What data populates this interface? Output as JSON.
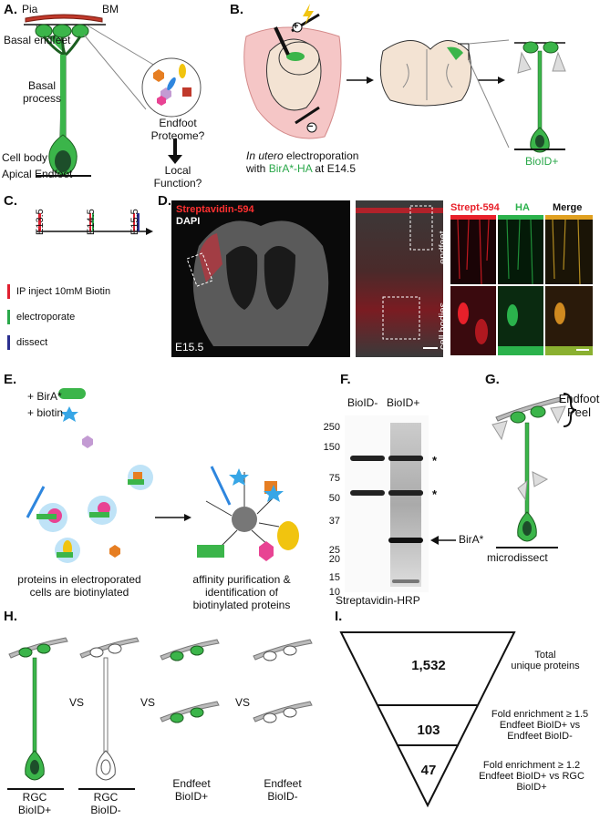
{
  "panel_labels": {
    "a": "A.",
    "b": "B.",
    "c": "C.",
    "d": "D.",
    "e": "E.",
    "f": "F.",
    "g": "G.",
    "h": "H.",
    "i": "I."
  },
  "panel_a": {
    "pia": "Pia",
    "bm": "BM",
    "basal_endfeet": "Basal endfeet",
    "basal_process_1": "Basal",
    "basal_process_2": "process",
    "endfoot_1": "Endfoot",
    "endfoot_2": "Proteome?",
    "local_1": "Local",
    "local_2": "Function?",
    "cell_body": "Cell body",
    "apical_endfoot": "Apical Endfoot"
  },
  "panel_b": {
    "caption_italic": "In utero",
    "caption_rest": " electroporation",
    "caption_line2_prefix": "with ",
    "caption_line2_green": "BirA*-HA",
    "caption_line2_suffix": " at E14.5",
    "bioid_label": "BioID+",
    "plus": "+",
    "minus": "−"
  },
  "panel_c": {
    "ticks": [
      "E13.5",
      "E14.5",
      "E15.5"
    ],
    "legend": [
      {
        "label": "IP inject  10mM Biotin",
        "color": "#e02030"
      },
      {
        "label": "electroporate",
        "color": "#2aa84a"
      },
      {
        "label": "dissect",
        "color": "#2b2f8f"
      }
    ]
  },
  "panel_d": {
    "strep": "Streptavidin-594",
    "dapi": "DAPI",
    "age": "E15.5",
    "col_strept": "Strept-594",
    "col_ha": "HA",
    "col_merge": "Merge",
    "row_endfeet": "endfeet",
    "row_cellbodies": "cell bodies",
    "colors": {
      "strept": "#e8202a",
      "ha": "#2bb24c"
    }
  },
  "panel_e": {
    "birA": "+ BirA*",
    "biotin": "+ biotin",
    "caption_left_1": "proteins in electroporated",
    "caption_left_2": "cells are biotinylated",
    "caption_right_1": "affinity purification &",
    "caption_right_2": "identification of",
    "caption_right_3": "biotinylated proteins"
  },
  "panel_f": {
    "lane1": "BioID-",
    "lane2": "BioID+",
    "markers": [
      "250",
      "150",
      "75",
      "50",
      "37",
      "25",
      "20",
      "15",
      "10"
    ],
    "star": "*",
    "birA_arrow": "BirA*",
    "footer": "Streptavidin-HRP"
  },
  "panel_g": {
    "peel_1": "Endfoot",
    "peel_2": "Peel",
    "microdissect": "microdissect"
  },
  "panel_h": {
    "vs": "VS",
    "groups": [
      {
        "l1": "RGC",
        "l2": "BioID+"
      },
      {
        "l1": "RGC",
        "l2": "BioID-"
      },
      {
        "l1": "Endfeet",
        "l2": "BioID+"
      },
      {
        "l1": "Endfeet",
        "l2": "BioID-"
      }
    ]
  },
  "panel_i": {
    "tiers": [
      {
        "value": "1,532",
        "d1": "Total",
        "d2": "unique proteins",
        "d3": ""
      },
      {
        "value": "103",
        "d1": "Fold enrichment ≥ 1.5",
        "d2": "Endfeet BioID+ vs",
        "d3": "Endfeet BioID-"
      },
      {
        "value": "47",
        "d1": "Fold enrichment ≥ 1.2",
        "d2": "Endfeet BioID+ vs RGC BioID+",
        "d3": ""
      }
    ]
  }
}
